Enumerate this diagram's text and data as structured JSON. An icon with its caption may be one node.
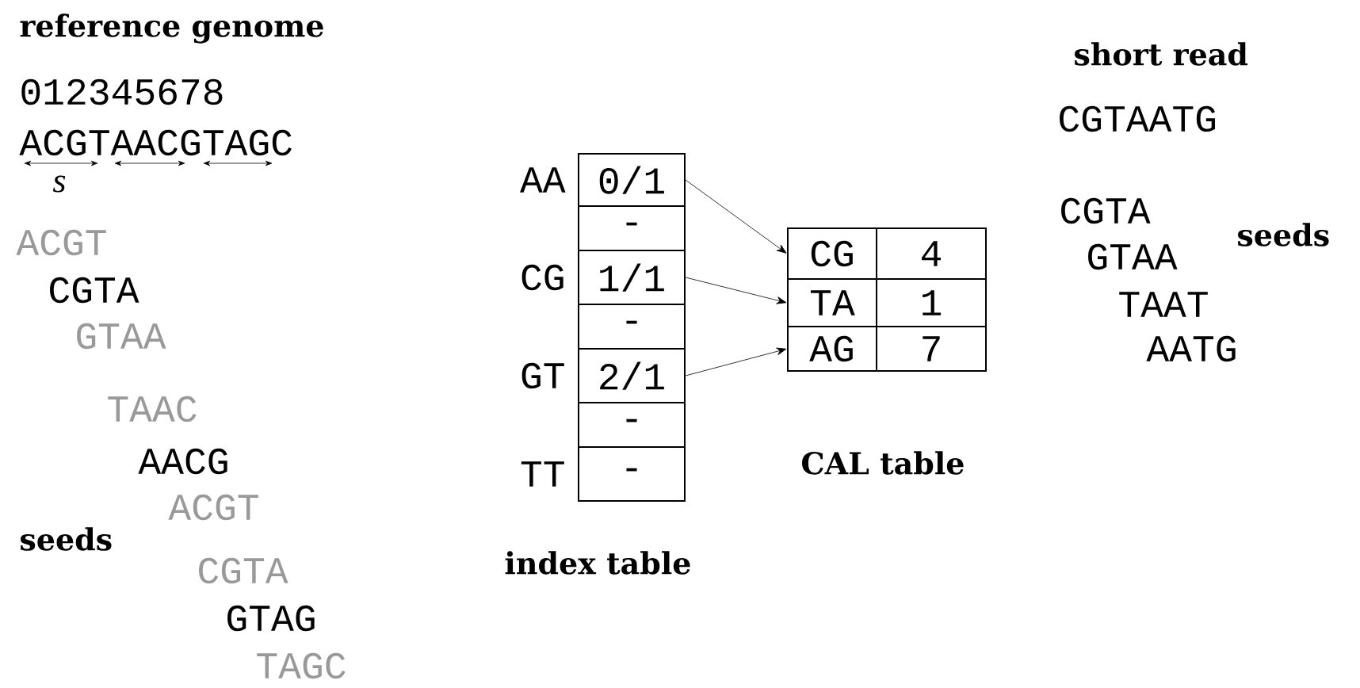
{
  "diagram": {
    "nodes": [
      {
        "text": [
          "0/1"
        ],
        "beside": [
          "AA"
        ]
      },
      {
        "text": [
          "-"
        ]
      },
      {
        "text": [
          "1/1"
        ],
        "beside": [
          "CG"
        ]
      },
      {
        "text": [
          "-"
        ]
      },
      {
        "text": [
          "2/1"
        ],
        "beside": [
          "GT"
        ]
      },
      {
        "text": [
          "-"
        ]
      },
      {
        "text": [
          "-"
        ],
        "beside": [
          "TT"
        ]
      },
      {
        "text": [
          "CG",
          "4"
        ]
      },
      {
        "text": [
          "TA",
          "1"
        ]
      },
      {
        "text": [
          "AG",
          "7"
        ]
      }
    ],
    "edges": [
      {
        "from": 0,
        "to": 7,
        "arrow": "to"
      },
      {
        "from": 2,
        "to": 8,
        "arrow": "to"
      },
      {
        "from": 4,
        "to": 9,
        "arrow": "to"
      }
    ],
    "labels": [
      "reference genome",
      "012345678",
      "ACGTAACGTAGC",
      "s",
      "ACGT",
      "CGTA",
      "GTAA",
      "TAAC",
      "AACG",
      "ACGT",
      "seeds",
      "CGTA",
      "GTAG",
      "TAGC",
      "index table",
      "CAL table",
      "short read",
      "CGTAATG",
      "CGTA",
      "GTAA",
      "seeds",
      "TAAT",
      "AATG"
    ]
  }
}
